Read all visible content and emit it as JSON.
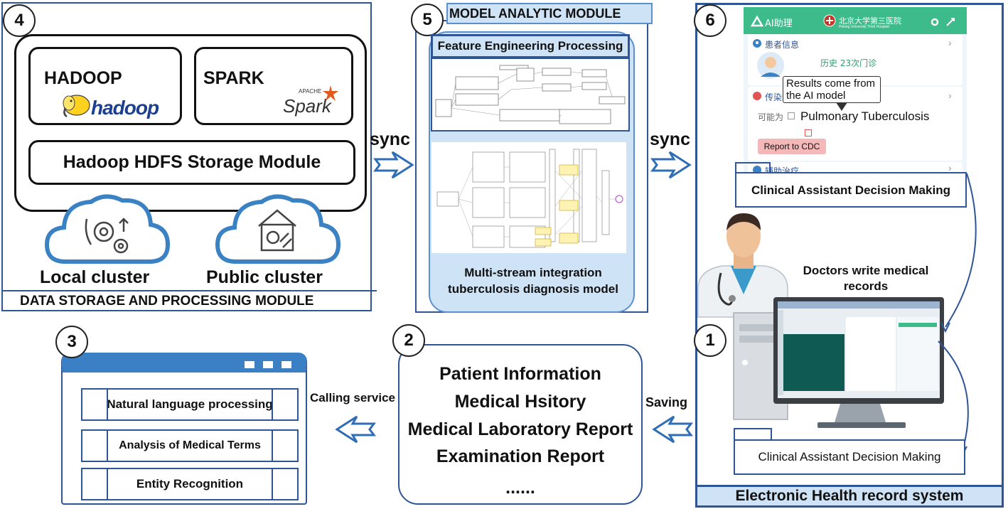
{
  "module4": {
    "number": "4",
    "hadoop_label": "HADOOP",
    "hadoop_logo": "hadoop",
    "spark_label": "SPARK",
    "spark_logo_small": "APACHE",
    "spark_logo": "Spark",
    "hdfs_label": "Hadoop HDFS Storage Module",
    "local_cluster": "Local cluster",
    "public_cluster": "Public cluster",
    "title": "DATA STORAGE AND PROCESSING MODULE"
  },
  "module5": {
    "number": "5",
    "title": "MODEL ANALYTIC MODULE",
    "feature_title": "Feature Engineering Processing",
    "model_line1": "Multi-stream integration",
    "model_line2": "tuberculosis diagnosis model"
  },
  "module6": {
    "number": "6",
    "app_name": "AI助理",
    "hospital_name": "北京大学第三医院",
    "hospital_name_en": "Peking University Third Hospital",
    "patient_info": "患者信息",
    "history": "历史 23次门诊",
    "infectious": "传染",
    "callout": "Results come from the AI model",
    "possible": "可能为",
    "diagnosis": "Pulmonary Tuberculosis",
    "report_btn": "Report to CDC",
    "assist": "辅助治疗",
    "decision_top": "Clinical Assistant Decision Making",
    "doctors_text": "Doctors write medical records",
    "decision_bottom": "Clinical Assistant Decision Making",
    "title": "Electronic Health record system"
  },
  "module1": {
    "number": "1"
  },
  "module2": {
    "number": "2",
    "items": [
      "Patient Information",
      "Medical Hsitory",
      "Medical Laboratory Report",
      "Examination Report",
      "......"
    ]
  },
  "module3": {
    "number": "3",
    "items": [
      "Natural language processing",
      "Analysis of Medical Terms",
      "Entity Recognition"
    ]
  },
  "arrows": {
    "sync1": "sync",
    "sync2": "sync",
    "calling": "Calling service",
    "saving": "Saving"
  },
  "colors": {
    "frame_blue": "#2f5597",
    "light_blue": "#cfe3f7",
    "cloud_blue": "#3b82c4",
    "green_header": "#3dbb8a",
    "red_button": "#f5b8b8",
    "ehr_screen": "#0f5a52"
  }
}
